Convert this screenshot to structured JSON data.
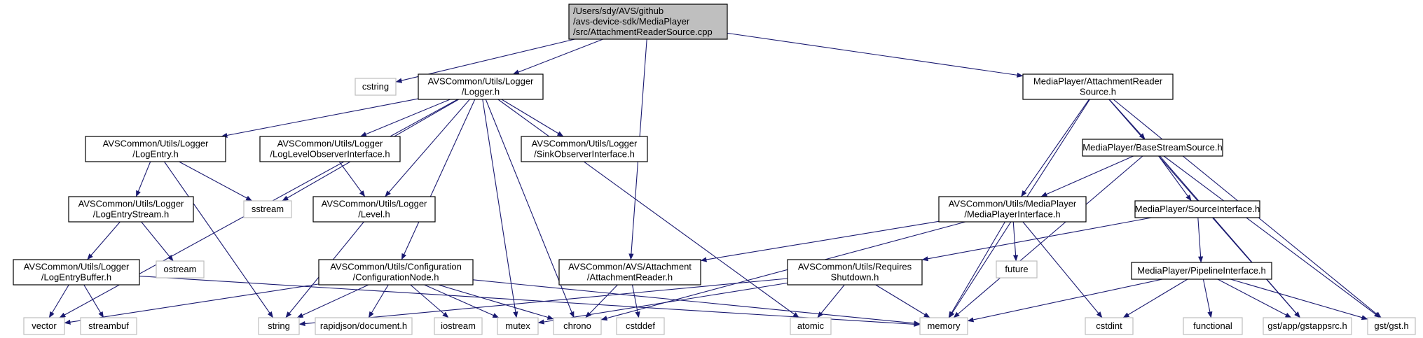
{
  "colors": {
    "edge": "#191970",
    "node_border": "#000000",
    "external_border": "#bfbfbf",
    "root_fill": "#bfbfbf",
    "node_fill": "#ffffff"
  },
  "nodes": [
    {
      "id": "root",
      "kind": "root",
      "lines": [
        "/Users/sdy/AVS/github",
        "/avs-device-sdk/MediaPlayer",
        "/src/AttachmentReaderSource.cpp"
      ]
    },
    {
      "id": "cstring",
      "kind": "external",
      "lines": [
        "cstring"
      ]
    },
    {
      "id": "logger",
      "kind": "header",
      "lines": [
        "AVSCommon/Utils/Logger",
        "/Logger.h"
      ]
    },
    {
      "id": "arsource",
      "kind": "header",
      "lines": [
        "MediaPlayer/AttachmentReader",
        "Source.h"
      ]
    },
    {
      "id": "logentry",
      "kind": "header",
      "lines": [
        "AVSCommon/Utils/Logger",
        "/LogEntry.h"
      ]
    },
    {
      "id": "sstream",
      "kind": "external",
      "lines": [
        "sstream"
      ]
    },
    {
      "id": "loglevelobs",
      "kind": "header",
      "lines": [
        "AVSCommon/Utils/Logger",
        "/LogLevelObserverInterface.h"
      ]
    },
    {
      "id": "sinkobs",
      "kind": "header",
      "lines": [
        "AVSCommon/Utils/Logger",
        "/SinkObserverInterface.h"
      ]
    },
    {
      "id": "bss",
      "kind": "header",
      "lines": [
        "MediaPlayer/BaseStreamSource.h"
      ]
    },
    {
      "id": "logentrystream",
      "kind": "header",
      "lines": [
        "AVSCommon/Utils/Logger",
        "/LogEntryStream.h"
      ]
    },
    {
      "id": "level",
      "kind": "header",
      "lines": [
        "AVSCommon/Utils/Logger",
        "/Level.h"
      ]
    },
    {
      "id": "mpi",
      "kind": "header",
      "lines": [
        "AVSCommon/Utils/MediaPlayer",
        "/MediaPlayerInterface.h"
      ]
    },
    {
      "id": "srciface",
      "kind": "header",
      "lines": [
        "MediaPlayer/SourceInterface.h"
      ]
    },
    {
      "id": "ostream",
      "kind": "external",
      "lines": [
        "ostream"
      ]
    },
    {
      "id": "future",
      "kind": "external",
      "lines": [
        "future"
      ]
    },
    {
      "id": "logentrybuffer",
      "kind": "header",
      "lines": [
        "AVSCommon/Utils/Logger",
        "/LogEntryBuffer.h"
      ]
    },
    {
      "id": "confnode",
      "kind": "header",
      "lines": [
        "AVSCommon/Utils/Configuration",
        "/ConfigurationNode.h"
      ]
    },
    {
      "id": "attreader",
      "kind": "header",
      "lines": [
        "AVSCommon/AVS/Attachment",
        "/AttachmentReader.h"
      ]
    },
    {
      "id": "reqshutdown",
      "kind": "header",
      "lines": [
        "AVSCommon/Utils/Requires",
        "Shutdown.h"
      ]
    },
    {
      "id": "pipeline",
      "kind": "header",
      "lines": [
        "MediaPlayer/PipelineInterface.h"
      ]
    },
    {
      "id": "vector",
      "kind": "external",
      "lines": [
        "vector"
      ]
    },
    {
      "id": "streambuf",
      "kind": "external",
      "lines": [
        "streambuf"
      ]
    },
    {
      "id": "string",
      "kind": "external",
      "lines": [
        "string"
      ]
    },
    {
      "id": "rapidjson",
      "kind": "external",
      "lines": [
        "rapidjson/document.h"
      ]
    },
    {
      "id": "iostream",
      "kind": "external",
      "lines": [
        "iostream"
      ]
    },
    {
      "id": "mutex",
      "kind": "external",
      "lines": [
        "mutex"
      ]
    },
    {
      "id": "chrono",
      "kind": "external",
      "lines": [
        "chrono"
      ]
    },
    {
      "id": "cstddef",
      "kind": "external",
      "lines": [
        "cstddef"
      ]
    },
    {
      "id": "atomic",
      "kind": "external",
      "lines": [
        "atomic"
      ]
    },
    {
      "id": "memory",
      "kind": "external",
      "lines": [
        "memory"
      ]
    },
    {
      "id": "cstdint",
      "kind": "external",
      "lines": [
        "cstdint"
      ]
    },
    {
      "id": "functional",
      "kind": "external",
      "lines": [
        "functional"
      ]
    },
    {
      "id": "gstappsrc",
      "kind": "external",
      "lines": [
        "gst/app/gstappsrc.h"
      ]
    },
    {
      "id": "gst",
      "kind": "external",
      "lines": [
        "gst/gst.h"
      ]
    }
  ],
  "edges": [
    [
      "root",
      "cstring"
    ],
    [
      "root",
      "logger"
    ],
    [
      "root",
      "attreader"
    ],
    [
      "root",
      "arsource"
    ],
    [
      "logger",
      "logentry"
    ],
    [
      "logger",
      "loglevelobs"
    ],
    [
      "logger",
      "sinkobs"
    ],
    [
      "logger",
      "sstream"
    ],
    [
      "logger",
      "level"
    ],
    [
      "logger",
      "confnode"
    ],
    [
      "logger",
      "vector"
    ],
    [
      "logger",
      "mutex"
    ],
    [
      "logger",
      "chrono"
    ],
    [
      "logger",
      "atomic"
    ],
    [
      "logentry",
      "logentrystream"
    ],
    [
      "logentry",
      "sstream"
    ],
    [
      "logentry",
      "string"
    ],
    [
      "logentrystream",
      "logentrybuffer"
    ],
    [
      "logentrystream",
      "ostream"
    ],
    [
      "logentrybuffer",
      "vector"
    ],
    [
      "logentrybuffer",
      "streambuf"
    ],
    [
      "logentrybuffer",
      "memory"
    ],
    [
      "loglevelobs",
      "level"
    ],
    [
      "level",
      "string"
    ],
    [
      "confnode",
      "vector"
    ],
    [
      "confnode",
      "string"
    ],
    [
      "confnode",
      "rapidjson"
    ],
    [
      "confnode",
      "iostream"
    ],
    [
      "confnode",
      "mutex"
    ],
    [
      "confnode",
      "chrono"
    ],
    [
      "confnode",
      "memory"
    ],
    [
      "attreader",
      "chrono"
    ],
    [
      "attreader",
      "cstddef"
    ],
    [
      "arsource",
      "memory"
    ],
    [
      "arsource",
      "mpi"
    ],
    [
      "arsource",
      "bss"
    ],
    [
      "arsource",
      "gstappsrc"
    ],
    [
      "arsource",
      "gst"
    ],
    [
      "bss",
      "mpi"
    ],
    [
      "bss",
      "memory"
    ],
    [
      "bss",
      "srciface"
    ],
    [
      "bss",
      "gstappsrc"
    ],
    [
      "bss",
      "gst"
    ],
    [
      "mpi",
      "attreader"
    ],
    [
      "mpi",
      "future"
    ],
    [
      "mpi",
      "cstdint"
    ],
    [
      "mpi",
      "memory"
    ],
    [
      "mpi",
      "chrono"
    ],
    [
      "srciface",
      "reqshutdown"
    ],
    [
      "srciface",
      "pipeline"
    ],
    [
      "reqshutdown",
      "string"
    ],
    [
      "reqshutdown",
      "mutex"
    ],
    [
      "reqshutdown",
      "atomic"
    ],
    [
      "reqshutdown",
      "memory"
    ],
    [
      "pipeline",
      "memory"
    ],
    [
      "pipeline",
      "cstdint"
    ],
    [
      "pipeline",
      "functional"
    ],
    [
      "pipeline",
      "gstappsrc"
    ],
    [
      "pipeline",
      "gst"
    ]
  ]
}
